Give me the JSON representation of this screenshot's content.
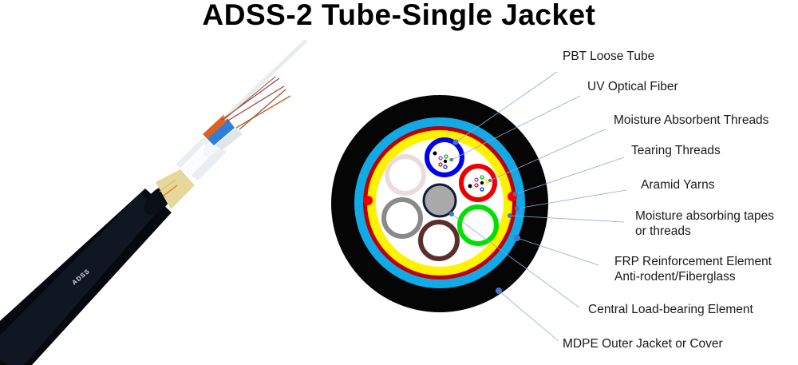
{
  "title": "ADSS-2 Tube-Single Jacket",
  "photo": {
    "cable_print": "ADSS",
    "colors": {
      "jacket": "#0b0f16",
      "yarn": "#e6d79a",
      "tape": "#e9eef2"
    }
  },
  "cross_section": {
    "colors": {
      "outer_jacket": "#050505",
      "blue_layer": "#11a9e6",
      "red_ring": "#c00000",
      "yellow_layer": "#fff200",
      "core_fill": "#ffffff",
      "leader_line": "#8fa8d0",
      "leader_dot": "#4a72c8"
    },
    "tubes": [
      {
        "name": "blue-tube",
        "color": "#0000ee",
        "has_fibers": true
      },
      {
        "name": "red-tube",
        "color": "#ee0000",
        "has_fibers": true
      },
      {
        "name": "green-tube",
        "color": "#00e000",
        "has_fibers": false
      },
      {
        "name": "brown-tube",
        "color": "#5a2e2a",
        "has_fibers": false
      },
      {
        "name": "gray-tube",
        "color": "#8a8a8a",
        "has_fibers": false
      },
      {
        "name": "white-tube",
        "color": "#eadcdc",
        "has_fibers": false
      }
    ],
    "fiber_colors": [
      "#000000",
      "#9b30d0",
      "#00c000",
      "#e8e000",
      "#e00000",
      "#0030e0"
    ]
  },
  "labels": [
    {
      "id": "pbt-loose-tube",
      "lines": [
        "PBT Loose Tube"
      ]
    },
    {
      "id": "uv-optical-fiber",
      "lines": [
        "UV Optical Fiber"
      ]
    },
    {
      "id": "moisture-absorbent-threads",
      "lines": [
        "Moisture Absorbent Threads"
      ]
    },
    {
      "id": "tearing-threads",
      "lines": [
        "Tearing Threads"
      ]
    },
    {
      "id": "aramid-yarns",
      "lines": [
        "Aramid Yarns"
      ]
    },
    {
      "id": "moisture-absorbing-tapes",
      "lines": [
        "Moisture absorbing tapes",
        "or threads"
      ]
    },
    {
      "id": "frp-reinforcement",
      "lines": [
        "FRP Reinforcement Element",
        "Anti-rodent/Fiberglass"
      ]
    },
    {
      "id": "central-load-bearing",
      "lines": [
        "Central Load-bearing Element"
      ]
    },
    {
      "id": "mdpe-outer-jacket",
      "lines": [
        "MDPE Outer Jacket or Cover"
      ]
    }
  ]
}
